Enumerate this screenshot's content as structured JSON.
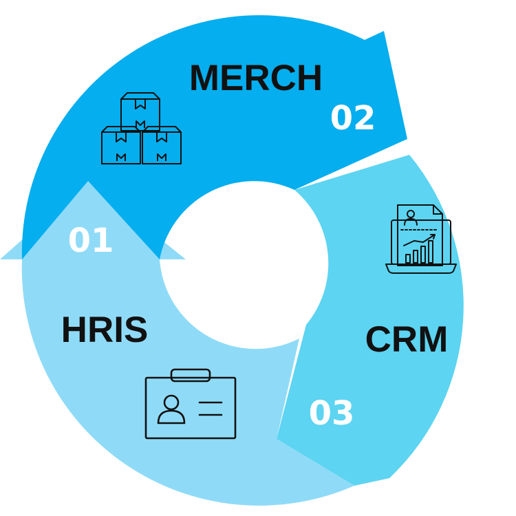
{
  "stages": [
    {
      "number": "01",
      "title": "HRIS",
      "icon": "id-badge-icon"
    },
    {
      "number": "02",
      "title": "MERCH",
      "icon": "stacked-boxes-icon"
    },
    {
      "number": "03",
      "title": "CRM",
      "icon": "laptop-report-chart-icon"
    }
  ],
  "colors": {
    "merch_segment": "#05aeee",
    "crm_segment": "#5dd4f1",
    "hris_segment": "#8fdbf7",
    "title_text": "#111111",
    "number_text": "#ffffff",
    "icon_stroke": "#111111"
  }
}
